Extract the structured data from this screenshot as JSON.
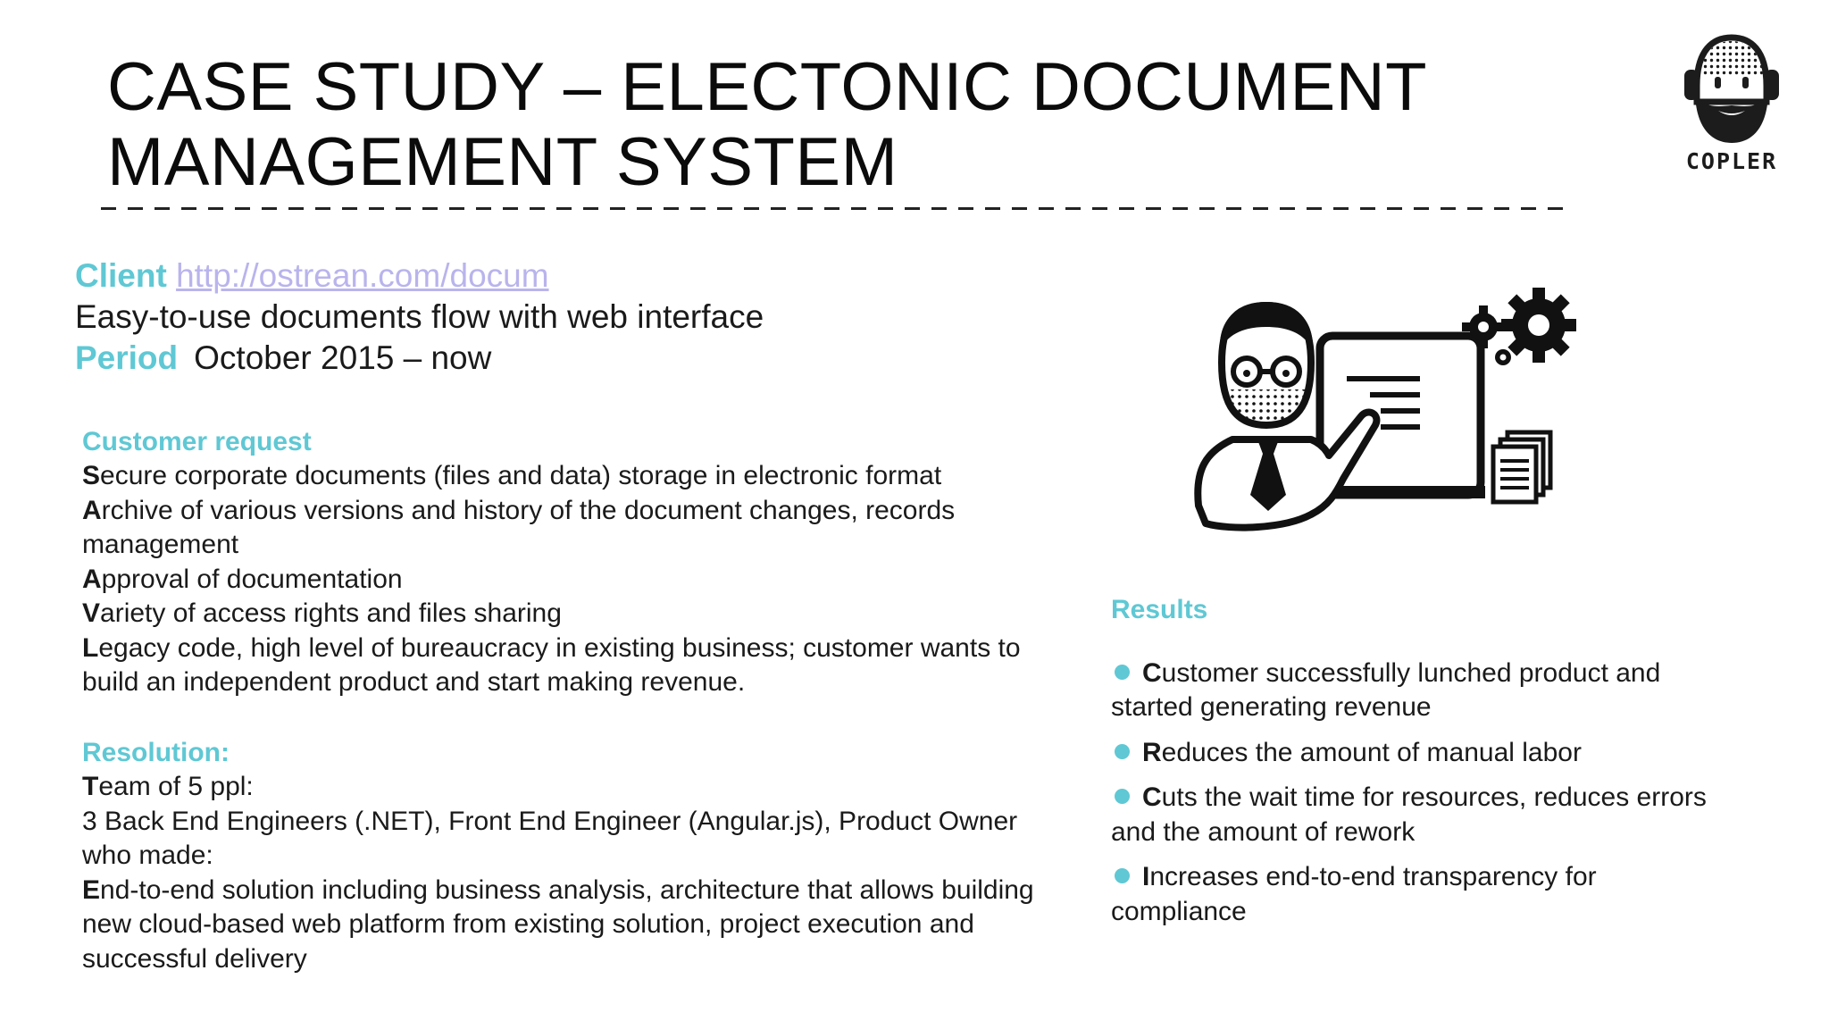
{
  "title": {
    "line1": "CASE STUDY – ELECTONIC DOCUMENT",
    "line2": "MANAGEMENT SYSTEM"
  },
  "logo": {
    "text": "COPLER",
    "icon": "bearded-face-icon"
  },
  "info": {
    "client_label": "Client",
    "client_link": "http://ostrean.com/docum",
    "description": "Easy-to-use documents flow with web interface",
    "period_label": "Period",
    "period_value": "October 2015 – now"
  },
  "customer_request": {
    "heading": "Customer request",
    "items": [
      {
        "first": "S",
        "rest": "ecure corporate documents (files and data) storage in electronic format"
      },
      {
        "first": "A",
        "rest": "rchive of various versions and history of the document changes, records management"
      },
      {
        "first": "A",
        "rest": "pproval of documentation"
      },
      {
        "first": "V",
        "rest": "ariety of access rights and files sharing"
      },
      {
        "first": "L",
        "rest": "egacy code, high level of bureaucracy in existing business; customer wants to build an independent product and start making revenue."
      }
    ]
  },
  "resolution": {
    "heading": "Resolution:",
    "items": [
      {
        "first": "T",
        "rest": "eam of 5 ppl:"
      },
      {
        "first": "",
        "rest": "3 Back End Engineers (.NET), Front End Engineer (Angular.js), Product Owner who made:"
      },
      {
        "first": "E",
        "rest": "nd-to-end solution including business analysis, architecture that allows building new cloud-based web platform from existing solution, project execution and successful delivery"
      }
    ]
  },
  "results": {
    "heading": "Results",
    "items": [
      {
        "first": "C",
        "rest": "ustomer successfully lunched product and started generating revenue"
      },
      {
        "first": "R",
        "rest": "educes the amount of manual labor"
      },
      {
        "first": "C",
        "rest": "uts the wait time for resources, reduces errors and the amount of rework"
      },
      {
        "first": "I",
        "rest": "ncreases end-to-end transparency for compliance"
      }
    ]
  },
  "colors": {
    "accent": "#5fc8d4",
    "link": "#b9b4ec",
    "text": "#1a1a1a"
  }
}
